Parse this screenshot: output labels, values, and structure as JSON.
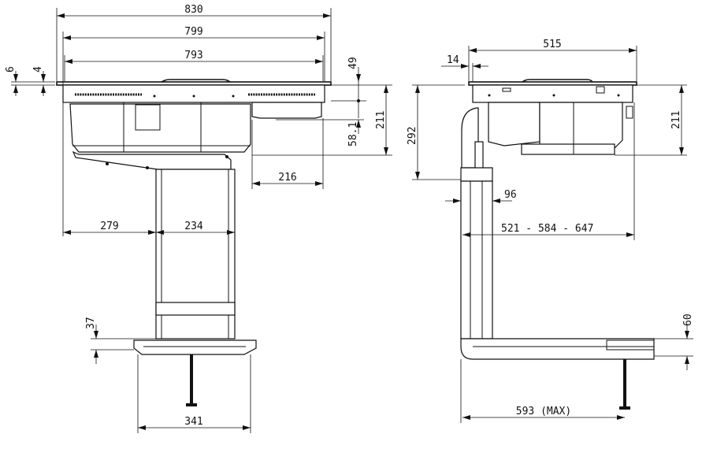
{
  "front_view": {
    "overall_width": "830",
    "glass_width": "799",
    "cutout_width": "793",
    "glass_thickness": "6",
    "frame_thickness": "4",
    "depth_to_fixing": "49",
    "body_height": "211",
    "motor_offset": "58.1",
    "motor_width": "216",
    "left_to_duct": "279",
    "duct_width": "234",
    "base_height": "37",
    "base_width": "341"
  },
  "side_view": {
    "overall_depth": "515",
    "edge_offset": "14",
    "elbow_height": "292",
    "body_height": "211",
    "duct_depth": "96",
    "adjustable_range": "521 - 584 - 647",
    "plinth_height": "60",
    "max_extension": "593 (MAX)"
  }
}
